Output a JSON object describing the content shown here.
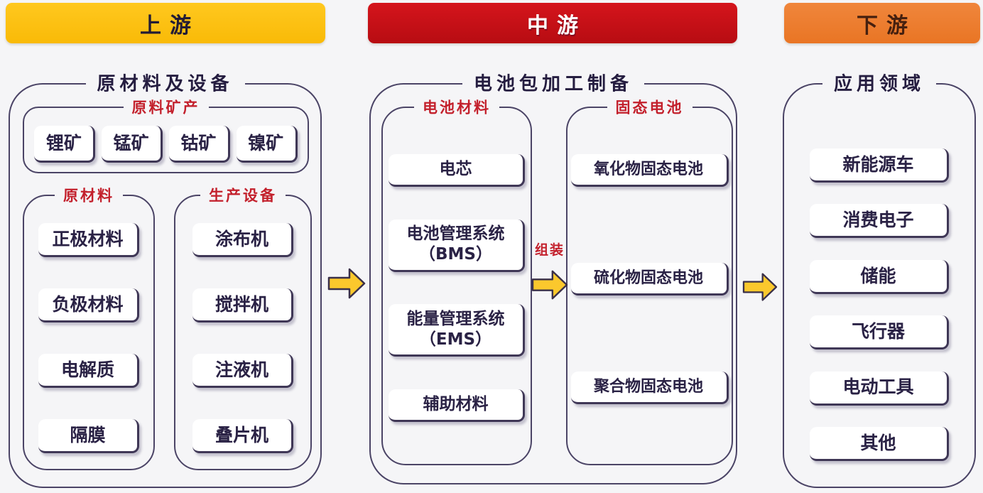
{
  "banners": {
    "upstream": {
      "label": "上游",
      "bg": "linear-gradient(180deg,#ffc81f,#f9ba07)"
    },
    "midstream": {
      "label": "中游",
      "bg": "linear-gradient(180deg,#d5151c,#b70c12)"
    },
    "downstream": {
      "label": "下游",
      "bg": "linear-gradient(180deg,#f0863c,#e97524)"
    }
  },
  "upstream": {
    "title": "原材料及设备",
    "minerals": {
      "title": "原料矿产",
      "items": [
        "锂矿",
        "锰矿",
        "钴矿",
        "镍矿"
      ]
    },
    "raw_materials": {
      "title": "原材料",
      "items": [
        "正极材料",
        "负极材料",
        "电解质",
        "隔膜"
      ]
    },
    "equipment": {
      "title": "生产设备",
      "items": [
        "涂布机",
        "搅拌机",
        "注液机",
        "叠片机"
      ]
    }
  },
  "midstream": {
    "title": "电池包加工制备",
    "battery_materials": {
      "title": "电池材料",
      "items": [
        "电芯",
        "电池管理系统\n（BMS）",
        "能量管理系统\n（EMS）",
        "辅助材料"
      ]
    },
    "assembly_label": "组装",
    "solid_state": {
      "title": "固态电池",
      "items": [
        "氧化物固态电池",
        "硫化物固态电池",
        "聚合物固态电池"
      ]
    }
  },
  "downstream": {
    "title": "应用领域",
    "items": [
      "新能源车",
      "消费电子",
      "储能",
      "飞行器",
      "电动工具",
      "其他"
    ]
  },
  "colors": {
    "arrow_fill": "#fbc82d",
    "arrow_stroke": "#3a3049",
    "border": "#4b4466",
    "accent_red": "#c3202c",
    "background": "#f5f5f7"
  }
}
